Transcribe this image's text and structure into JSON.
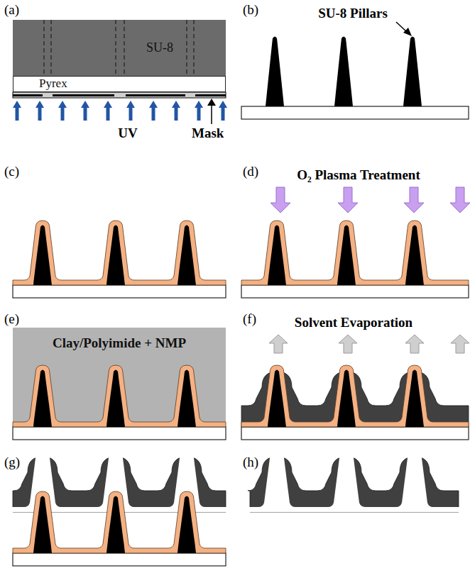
{
  "diagram": {
    "nodes": [
      {
        "text": [
          "SU-8"
        ]
      },
      {
        "text": [
          "Pyrex"
        ]
      },
      {
        "text": [
          "Clay/Polyimide + NMP"
        ]
      }
    ],
    "labels": [
      "(a)",
      "UV",
      "Mask",
      "(b)",
      "SU-8 Pillars",
      "(c)",
      "(d)",
      "O₂ Plasma Treatment",
      "(e)",
      "(f)",
      "Solvent Evaporation",
      "(g)",
      "(h)"
    ]
  }
}
